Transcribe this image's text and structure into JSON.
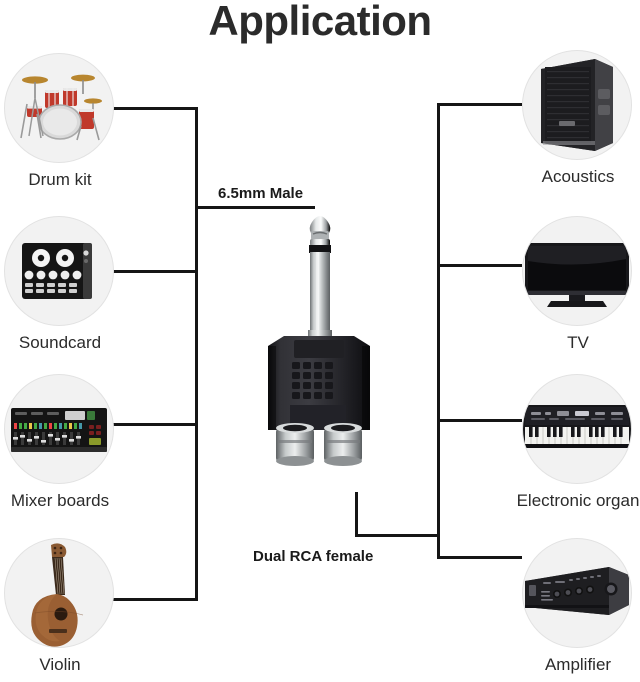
{
  "page": {
    "title": "Application",
    "background": "#ffffff",
    "line_color": "#151515",
    "text_color": "#2b2b2b",
    "circle_fill": "#f2f2f2"
  },
  "callouts": {
    "top_label": "6.5mm Male",
    "bottom_label": "Dual RCA female"
  },
  "left_items": [
    {
      "label": "Drum kit",
      "icon": "drum-kit-icon"
    },
    {
      "label": "Soundcard",
      "icon": "soundcard-icon"
    },
    {
      "label": "Mixer boards",
      "icon": "mixer-board-icon"
    },
    {
      "label": "Violin",
      "icon": "violin-icon"
    }
  ],
  "right_items": [
    {
      "label": "Acoustics",
      "icon": "speaker-icon"
    },
    {
      "label": "TV",
      "icon": "television-icon"
    },
    {
      "label": "Electronic organ",
      "icon": "keyboard-icon"
    },
    {
      "label": "Amplifier",
      "icon": "amplifier-icon"
    }
  ],
  "product": {
    "name": "6.5mm male to dual RCA female adapter",
    "plug_color": "#b9bcbd",
    "body_color": "#1f1f22",
    "jack_color": "#9a9da0"
  }
}
